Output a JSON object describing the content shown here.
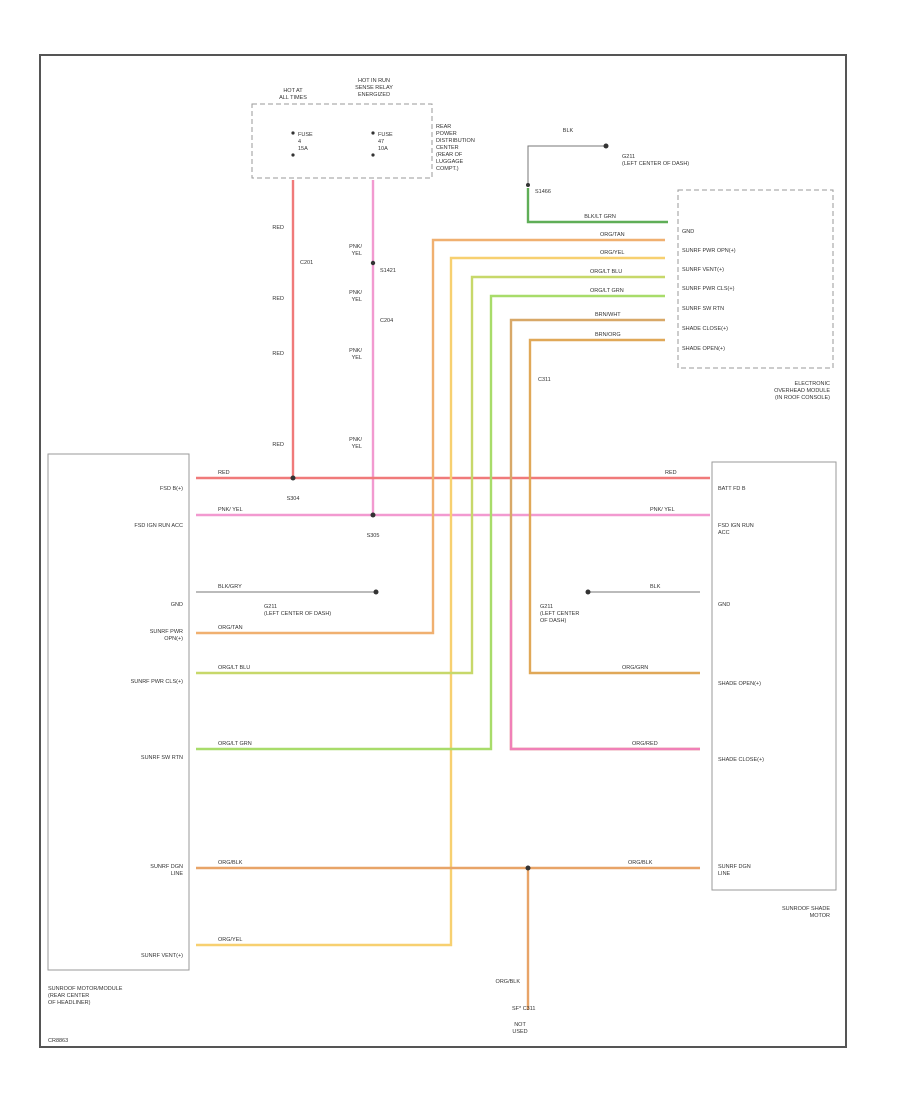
{
  "colors": {
    "red": "#f07a7a",
    "pink_yel": "#f29ad0",
    "org_tan": "#f0b070",
    "org_yel": "#f7d070",
    "org_lt_blu": "#c7d86a",
    "org_lt_grn": "#a8dc6a",
    "blk_lt_grn": "#5fae57",
    "brn_wht": "#c8a060",
    "brn_org": "#d8a050",
    "org_blk": "#e8a468",
    "org_red": "#f080b8",
    "outline": "#555555"
  },
  "labels": {
    "fuse_left_hot": "HOT AT\nALL TIMES",
    "fuse_right_hot": "HOT IN RUN\nSENSE RELAY\nENERGIZED",
    "fuse_left_name": "FUSE\n4\n15A",
    "fuse_right_name": "FUSE\n47\n10A",
    "pdc": "REAR\nPOWER\nDISTRIBUTION\nCENTER\n(REAR OF\nLUGGAGE\nCOMPT.)",
    "ground_top": "G211\n(LEFT CENTER OF DASH)",
    "splice_top": "S1466",
    "wire_blk": "BLK",
    "wire_blk_lt_grn": "BLK/LT GRN",
    "eom_pins": [
      "GND",
      "SUNRF PWR OPN(+)",
      "SUNRF VENT(+)",
      "SUNRF PWR CLS(+)",
      "SUNRF SW RTN",
      "SHADE CLOSE(+)",
      "SHADE OPEN(+)"
    ],
    "eom_title": "ELECTRONIC\nOVERHEAD MODULE\n(IN ROOF CONSOLE)",
    "wire_red": "RED",
    "wire_pnk_yel": "PNK/\nYEL",
    "splice_s1421": "S1421",
    "conn_c201": "C201",
    "conn_c204": "C204",
    "conn_c311": "C311",
    "splice_s304": "S304",
    "splice_s305": "S305",
    "motor_pins": [
      "FSD B(+)",
      "FSD IGN RUN ACC",
      "GND",
      "SUNRF PWR\nOPN(+)",
      "SUNRF PWR CLS(+)",
      "SUNRF SW RTN",
      "SUNRF DGN\nLINE",
      "SUNRF VENT(+)"
    ],
    "motor_title": "SUNROOF MOTOR/MODULE\n(REAR CENTER\nOF HEADLINER)",
    "shade_pins": [
      "BATT FD B",
      "FSD IGN RUN\nACC",
      "GND",
      "SHADE OPEN(+)",
      "SHADE CLOSE(+)",
      "SUNRF DGN\nLINE"
    ],
    "shade_title": "SUNROOF SHADE\nMOTOR",
    "ground_left": "G211\n(LEFT CENTER OF DASH)",
    "ground_right": "G211\n(LEFT CENTER\nOF DASH)",
    "wire_org_blk": "ORG/BLK",
    "wire_org_tan": "ORG/TAN",
    "wire_org_yel": "ORG/YEL",
    "wire_org_lt_blu": "ORG/LT BLU",
    "wire_org_lt_grn": "ORG/LT GRN",
    "wire_brn_wht": "BRN/WHT",
    "wire_brn_org": "BRN/ORG",
    "wire_org_grn": "ORG/GRN",
    "wire_org_red": "ORG/RED",
    "wire_blk_grey": "BLK/GRY",
    "bottom_conn": "SF* C311",
    "bottom_note": "NOT\nUSED",
    "fig_id": "CR8863"
  }
}
